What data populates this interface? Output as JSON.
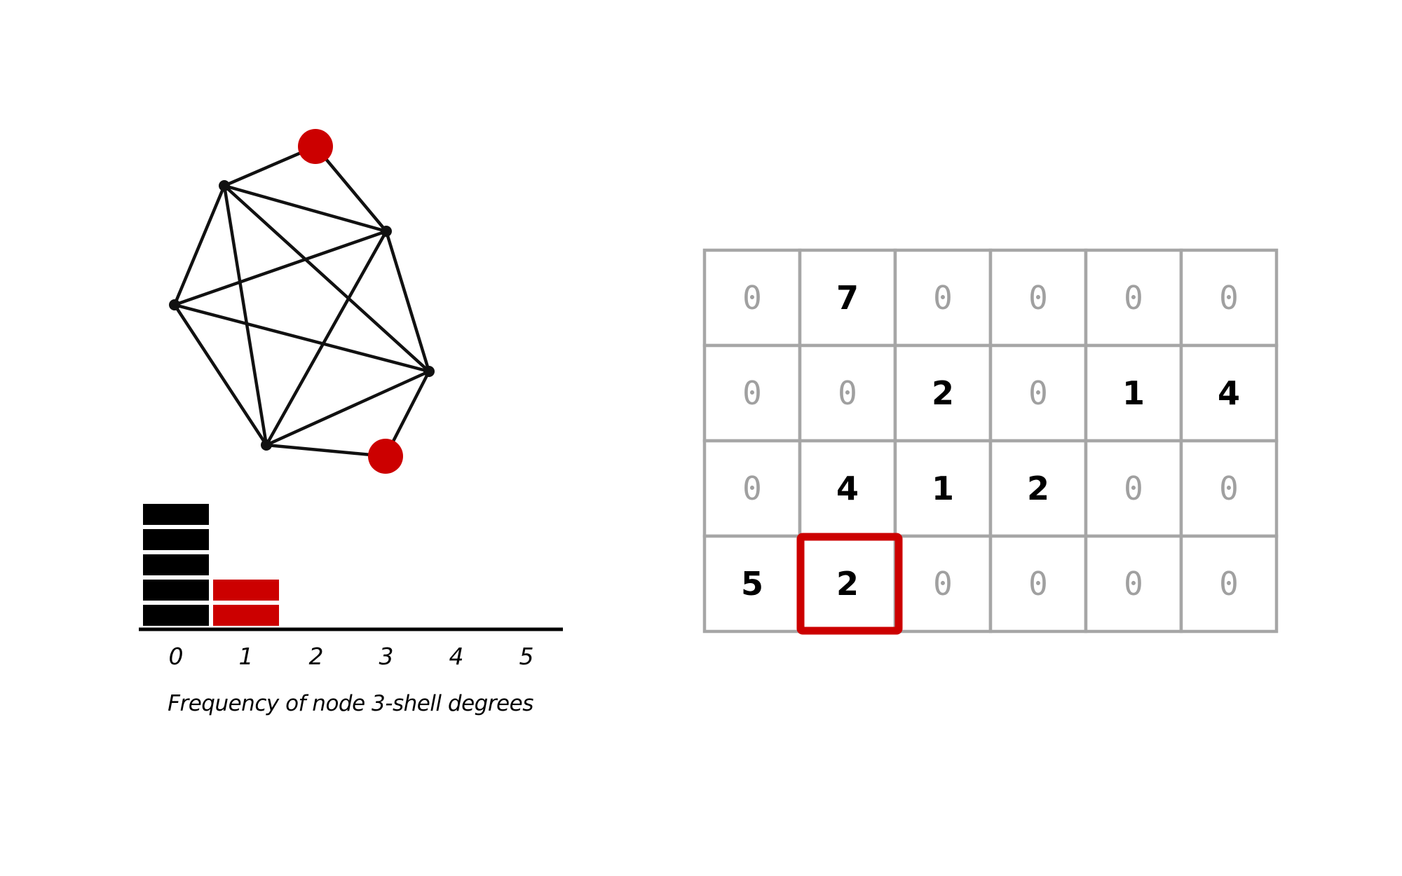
{
  "graph": {
    "nodes": [
      {
        "id": "n1",
        "highlight": false
      },
      {
        "id": "n2",
        "highlight": false
      },
      {
        "id": "n3",
        "highlight": false
      },
      {
        "id": "n4",
        "highlight": false
      },
      {
        "id": "n5",
        "highlight": false
      },
      {
        "id": "r1",
        "highlight": true
      },
      {
        "id": "r2",
        "highlight": true
      }
    ],
    "edges": [
      [
        "n1",
        "r1"
      ],
      [
        "r1",
        "n2"
      ],
      [
        "n1",
        "n2"
      ],
      [
        "n1",
        "n3"
      ],
      [
        "n1",
        "n4"
      ],
      [
        "n1",
        "n5"
      ],
      [
        "n2",
        "n3"
      ],
      [
        "n2",
        "n4"
      ],
      [
        "n2",
        "n5"
      ],
      [
        "n3",
        "n4"
      ],
      [
        "n3",
        "n5"
      ],
      [
        "n4",
        "n5"
      ],
      [
        "n4",
        "r2"
      ],
      [
        "r2",
        "n5"
      ]
    ]
  },
  "histogram": {
    "ticks": [
      "0",
      "1",
      "2",
      "3",
      "4",
      "5"
    ],
    "caption": "Frequency of node 3-shell degrees",
    "black_counts": [
      5,
      0,
      0,
      0,
      0,
      0
    ],
    "red_counts": [
      0,
      2,
      0,
      0,
      0,
      0
    ]
  },
  "matrix": {
    "rows": [
      [
        "0",
        "7",
        "0",
        "0",
        "0",
        "0"
      ],
      [
        "0",
        "0",
        "2",
        "0",
        "1",
        "4"
      ],
      [
        "0",
        "4",
        "1",
        "2",
        "0",
        "0"
      ],
      [
        "5",
        "2",
        "0",
        "0",
        "0",
        "0"
      ]
    ],
    "highlight": {
      "row": 3,
      "col": 1
    }
  },
  "colors": {
    "highlight": "#cc0000",
    "edge": "#111111",
    "grid": "#a6a6a6",
    "zero_text": "#a0a0a0",
    "value_text": "#000000"
  }
}
